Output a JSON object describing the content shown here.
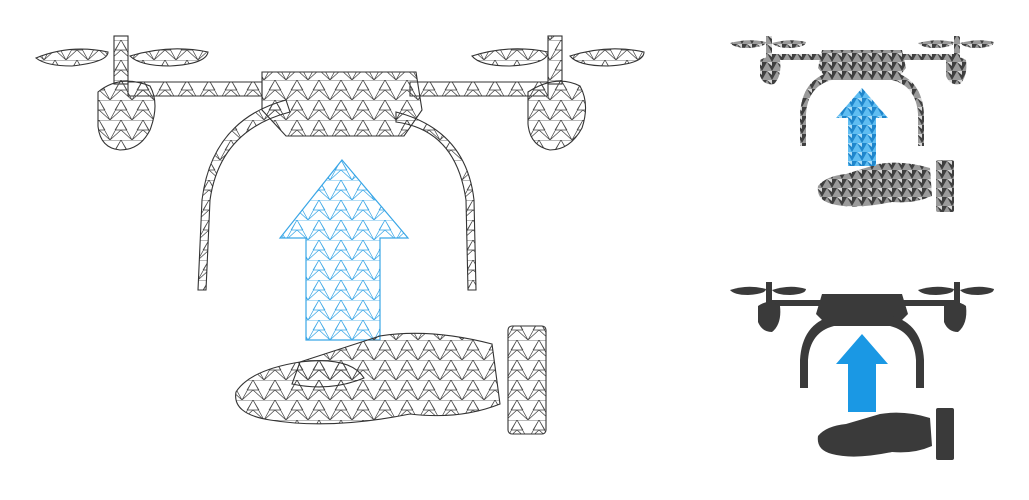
{
  "icons": [
    {
      "name": "drone-release-mesh-icon",
      "style": "wireframe mesh"
    },
    {
      "name": "drone-release-mosaic-icon",
      "style": "triangle mosaic"
    },
    {
      "name": "drone-release-flat-icon",
      "style": "flat solid"
    }
  ],
  "colors": {
    "background": "#ffffff",
    "mesh_line": "#333333",
    "mesh_fill": "#f3f3f3",
    "accent_line": "#3aa6e6",
    "accent_fill": "#e3f3fd",
    "mosaic_dark": "#444444",
    "mosaic_light": "#cfcfcf",
    "mosaic_accent": "#2f9be0",
    "solid_dark": "#3a3a3a",
    "solid_accent": "#1a98e4"
  }
}
